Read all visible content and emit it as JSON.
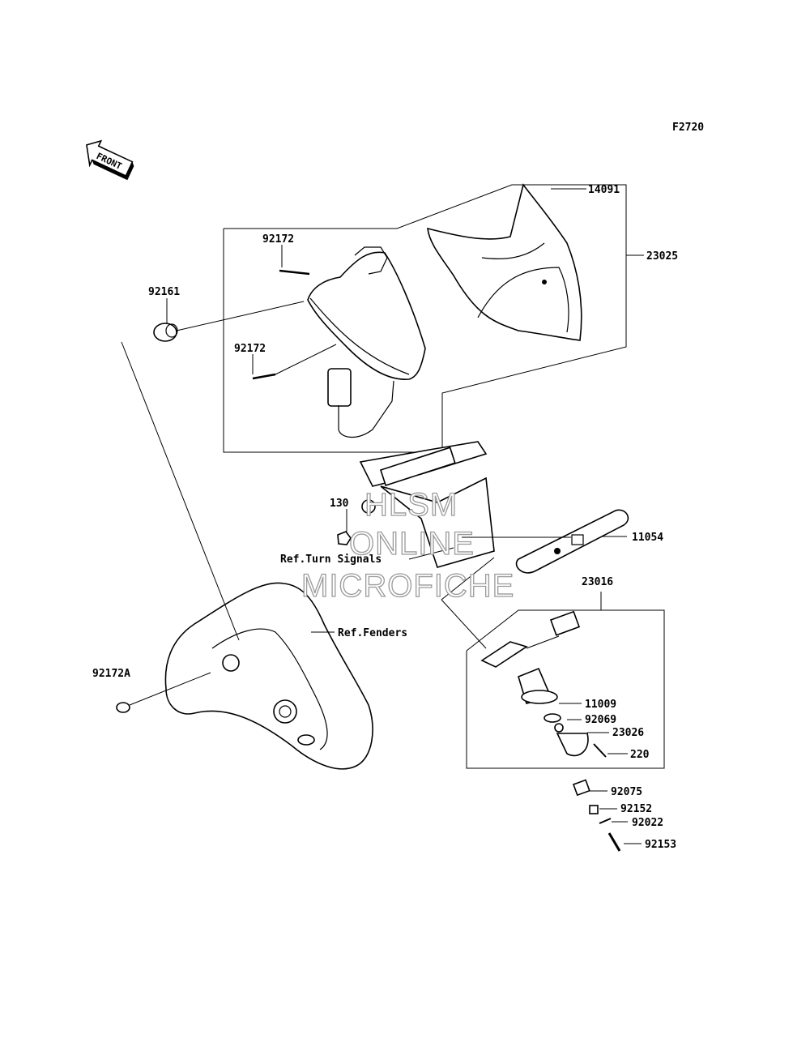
{
  "figure_code": "F2720",
  "front_label": "FRONT",
  "watermark": [
    "HLSM",
    "ONLINE",
    "MICROFICHE"
  ],
  "callouts": {
    "p14091": "14091",
    "p23025": "23025",
    "p92172_top": "92172",
    "p92161": "92161",
    "p92172_mid": "92172",
    "p130": "130",
    "p11054": "11054",
    "ref_turn_signals": "Ref.Turn Signals",
    "p23016": "23016",
    "ref_fenders": "Ref.Fenders",
    "p92172A": "92172A",
    "p11009": "11009",
    "p92069": "92069",
    "p23026": "23026",
    "p220": "220",
    "p92075": "92075",
    "p92152": "92152",
    "p92022": "92022",
    "p92153": "92153"
  }
}
